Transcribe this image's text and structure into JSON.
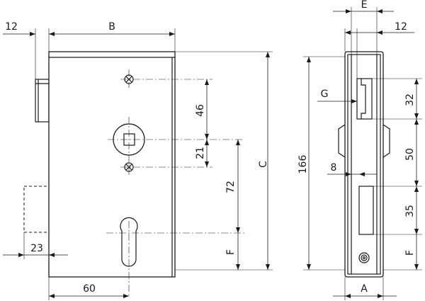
{
  "labels": {
    "offset_top": "12",
    "width_B": "B",
    "height_C": "C",
    "spacing_46": "46",
    "spacing_21": "21",
    "spacing_72": "72",
    "dim_F_front": "F",
    "backset_60": "60",
    "offset_23": "23",
    "dim_E": "E",
    "offset_side": "12",
    "dim_G": "G",
    "total_166": "166",
    "dim_8": "8",
    "side_32": "32",
    "side_50": "50",
    "side_35": "35",
    "dim_F_side": "F",
    "dim_A": "A"
  }
}
